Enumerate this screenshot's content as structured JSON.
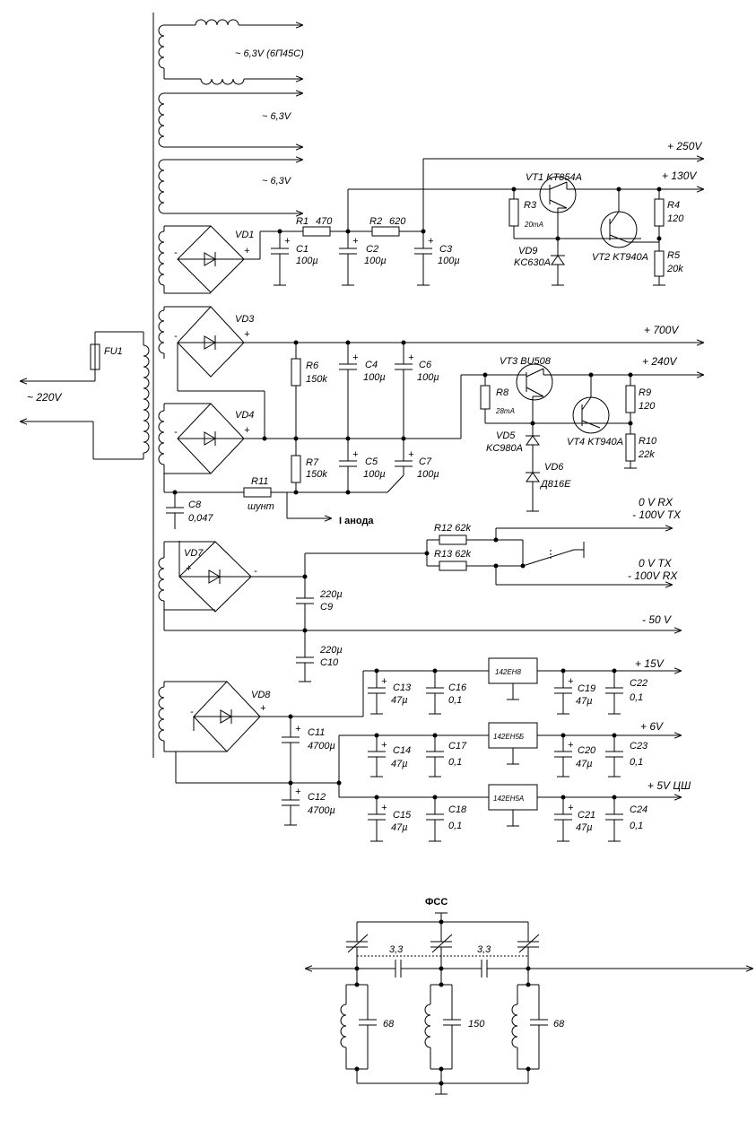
{
  "transformer": {
    "fuse": "FU1",
    "mains": "~ 220V",
    "windings": [
      "~ 6,3V (6П45С)",
      "~ 6,3V",
      "~ 6,3V"
    ]
  },
  "supply_250_130": {
    "bridge": "VD1",
    "r1": {
      "name": "R1",
      "value": "470"
    },
    "r2": {
      "name": "R2",
      "value": "620"
    },
    "c1": {
      "name": "C1",
      "value": "100µ"
    },
    "c2": {
      "name": "C2",
      "value": "100µ"
    },
    "c3": {
      "name": "C3",
      "value": "100µ"
    },
    "vt1": "VT1  KT854A",
    "vt2": "VT2  KT940A",
    "r3": "R3",
    "current": "20mA",
    "vd9": {
      "name": "VD9",
      "value": "KC630A"
    },
    "r4": {
      "name": "R4",
      "value": "120"
    },
    "r5": {
      "name": "R5",
      "value": "20k"
    },
    "out_250": "+ 250V",
    "out_130": "+ 130V"
  },
  "supply_700_240": {
    "bridge_a": "VD3",
    "bridge_b": "VD4",
    "r6": {
      "name": "R6",
      "value": "150k"
    },
    "r7": {
      "name": "R7",
      "value": "150k"
    },
    "c4": {
      "name": "C4",
      "value": "100µ"
    },
    "c5": {
      "name": "C5",
      "value": "100µ"
    },
    "c6": {
      "name": "C6",
      "value": "100µ"
    },
    "c7": {
      "name": "C7",
      "value": "100µ"
    },
    "c8": {
      "name": "C8",
      "value": "0,047"
    },
    "r11": {
      "name": "R11",
      "value": "шунт"
    },
    "anode": "I анода",
    "vt3": "VT3   BU508",
    "vt4": "VT4  KT940A",
    "r8": "R8",
    "current": "28mA",
    "vd5": {
      "name": "VD5",
      "value": "KC980A"
    },
    "vd6": {
      "name": "VD6",
      "value": "Д816Е"
    },
    "r9": {
      "name": "R9",
      "value": "120"
    },
    "r10": {
      "name": "R10",
      "value": "22k"
    },
    "out_700": "+ 700V",
    "out_240": "+ 240V"
  },
  "bias": {
    "bridge": "VD7",
    "c9": {
      "name": "C9",
      "value": "220µ"
    },
    "c10": {
      "name": "C10",
      "value": "220µ"
    },
    "r12": "R12  62k",
    "r13": "R13  62k",
    "rx_a": "0 V RX",
    "rx_b": "- 100V TX",
    "tx_a": "0 V TX",
    "tx_b": "- 100V RX",
    "out_50": "- 50 V"
  },
  "low_voltage": {
    "bridge": "VD8",
    "c11": {
      "name": "C11",
      "value": "4700µ"
    },
    "c12": {
      "name": "C12",
      "value": "4700µ"
    },
    "c13": {
      "name": "C13",
      "value": "47µ"
    },
    "c14": {
      "name": "C14",
      "value": "47µ"
    },
    "c15": {
      "name": "C15",
      "value": "47µ"
    },
    "c16": {
      "name": "C16",
      "value": "0,1"
    },
    "c17": {
      "name": "C17",
      "value": "0,1"
    },
    "c18": {
      "name": "C18",
      "value": "0,1"
    },
    "c19": {
      "name": "C19",
      "value": "47µ"
    },
    "c20": {
      "name": "C20",
      "value": "47µ"
    },
    "c21": {
      "name": "C21",
      "value": "47µ"
    },
    "c22": {
      "name": "C22",
      "value": "0,1"
    },
    "c23": {
      "name": "C23",
      "value": "0,1"
    },
    "c24": {
      "name": "C24",
      "value": "0,1"
    },
    "reg1": "142EH8",
    "reg2": "142EH5Б",
    "reg3": "142EH5A",
    "out_15": "+ 15V",
    "out_6": "+ 6V",
    "out_5": "+ 5V  ЦШ"
  },
  "fss": {
    "title": "ФСС",
    "c_couple_1": "3,3",
    "c_couple_2": "3,3",
    "c_left": "68",
    "c_mid": "150",
    "c_right": "68"
  }
}
